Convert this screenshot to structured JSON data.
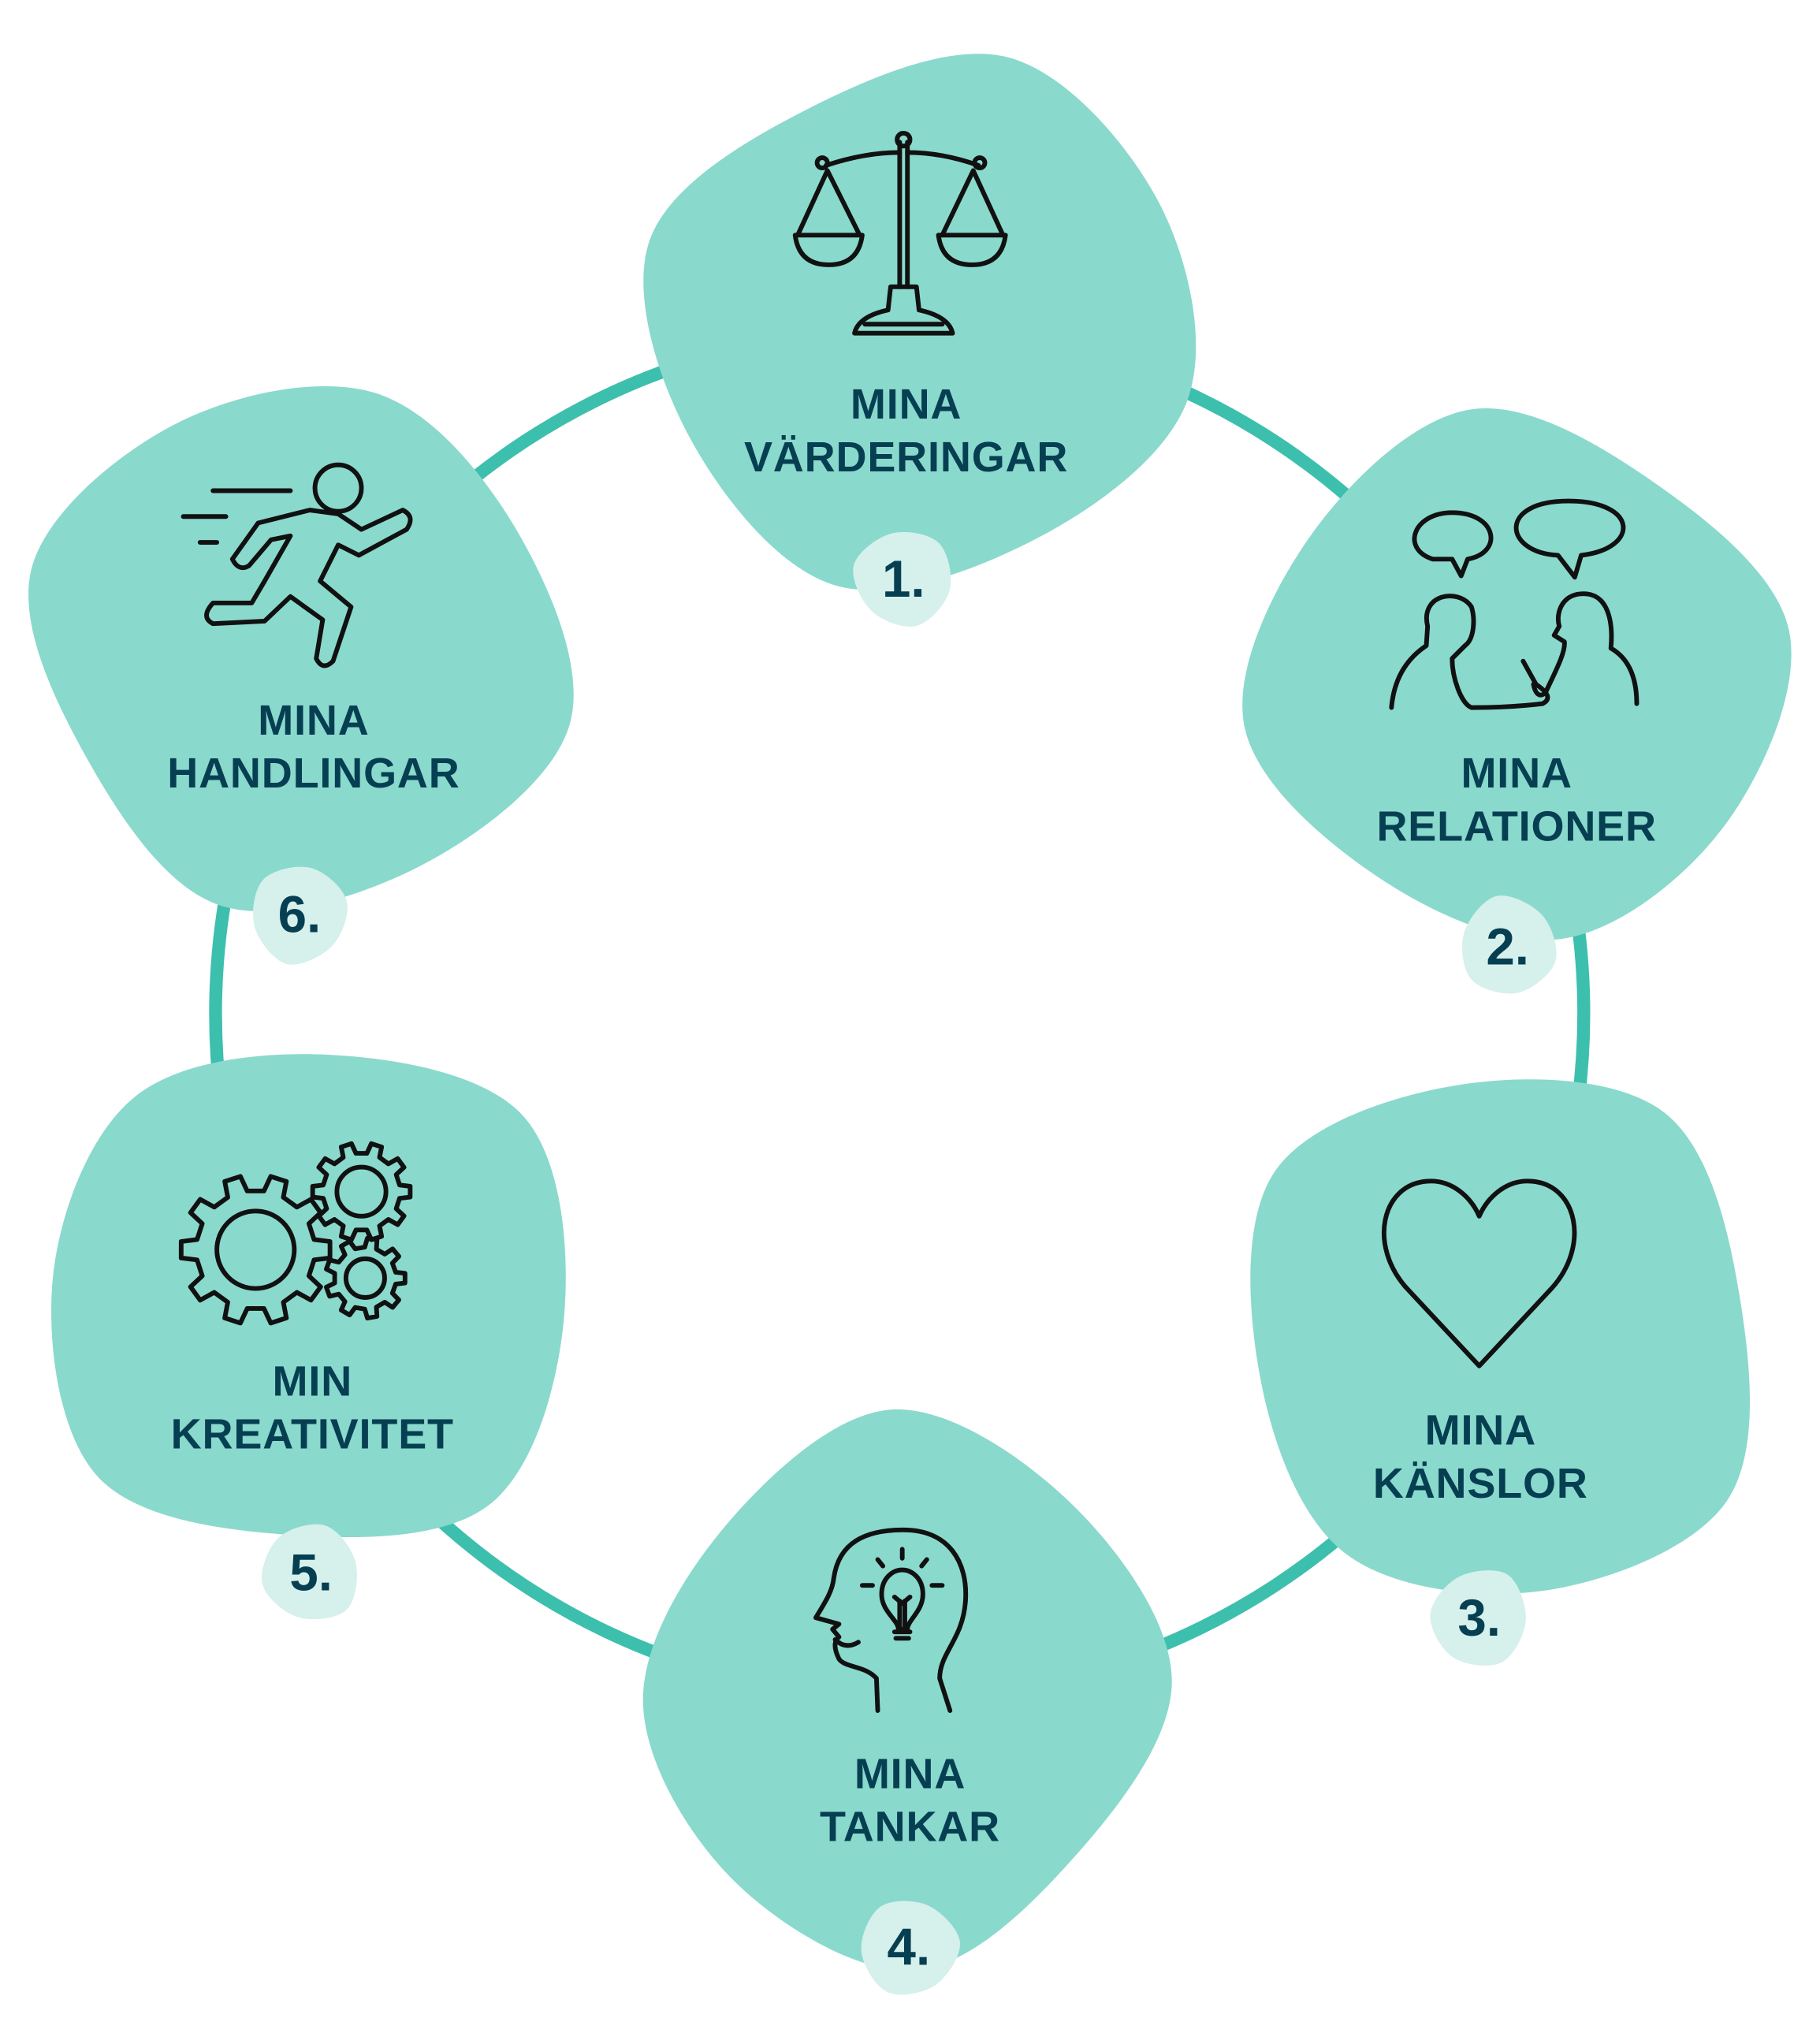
{
  "colors": {
    "ring": "#3DBFAE",
    "blob": "#8AD9CD",
    "badge": "#D6F0EC",
    "text": "#073F52",
    "icon": "#111111"
  },
  "items": [
    {
      "number": "1.",
      "line1": "MINA",
      "line2": "VÄRDERINGAR",
      "icon": "scale-icon"
    },
    {
      "number": "2.",
      "line1": "MINA",
      "line2": "RELATIONER",
      "icon": "people-talking-icon"
    },
    {
      "number": "3.",
      "line1": "MINA",
      "line2": "KÄNSLOR",
      "icon": "heart-icon"
    },
    {
      "number": "4.",
      "line1": "MINA",
      "line2": "TANKAR",
      "icon": "head-lightbulb-icon"
    },
    {
      "number": "5.",
      "line1": "MIN",
      "line2": "KREATIVITET",
      "icon": "gears-icon"
    },
    {
      "number": "6.",
      "line1": "MINA",
      "line2": "HANDLINGAR",
      "icon": "running-person-icon"
    }
  ]
}
